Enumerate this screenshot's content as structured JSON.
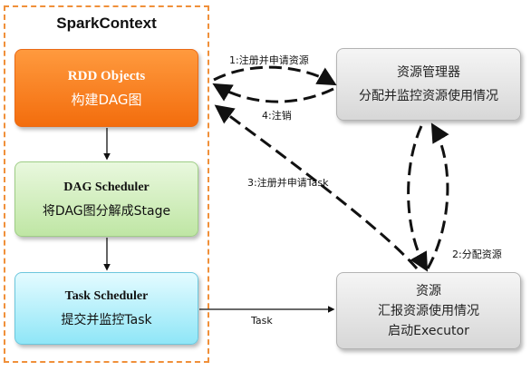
{
  "container": {
    "title": "SparkContext"
  },
  "nodes": {
    "rdd": {
      "line1": "RDD Objects",
      "line2": "构建DAG图"
    },
    "dag": {
      "line1": "DAG Scheduler",
      "line2": "将DAG图分解成Stage"
    },
    "task": {
      "line1": "Task Scheduler",
      "line2": "提交并监控Task"
    },
    "resource_manager": {
      "line1": "资源管理器",
      "line2": "分配并监控资源使用情况"
    },
    "resource": {
      "line1": "资源",
      "line2": "汇报资源使用情况",
      "line3": "启动Executor"
    }
  },
  "edges": {
    "register": "1:注册并申请资源",
    "allocate": "2:分配资源",
    "register_task": "3:注册并申请Task",
    "unregister": "4:注销",
    "task": "Task"
  },
  "colors": {
    "container_border": "#f0903a",
    "rdd_fill": "#f36d0d",
    "dag_fill": "#bfe6a4",
    "task_fill": "#8fe6f7",
    "resource_fill": "#d7d7d7"
  }
}
